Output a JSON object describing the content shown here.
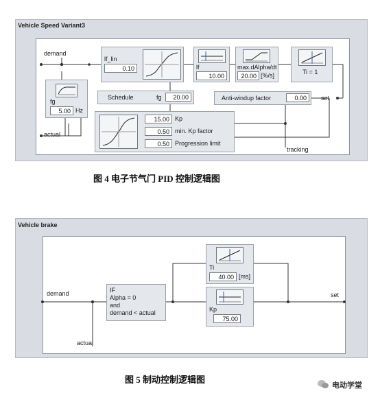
{
  "figure4": {
    "panel_title": "Vehicle Speed Variant3",
    "caption": "图 4   电子节气门 PID 控制逻辑图",
    "demand_label": "demand",
    "actual_label": "actual",
    "tracking_label": "tracking",
    "set_label": "set",
    "fg_block": {
      "label": "fg",
      "value": "5.00",
      "unit": "Hz"
    },
    "lf_lin": {
      "label": "lf_lin",
      "value": "0.10"
    },
    "lf": {
      "label": "lf",
      "value": "10.00"
    },
    "max_dalpha": {
      "label": "max.dAlpha/dt",
      "value": "20.00",
      "unit": "[%/s]"
    },
    "ti": {
      "label": "Ti = 1"
    },
    "schedule": {
      "label": "Schedule",
      "fg_label": "fg",
      "fg_value": "20.00"
    },
    "anti_windup": {
      "label": "Anti-windup factor",
      "value": "0.00"
    },
    "kp": {
      "label": "Kp",
      "value": "15.00"
    },
    "min_kp": {
      "label": "min. Kp factor",
      "value": "0.50"
    },
    "progression": {
      "label": "Progression limit",
      "value": "0.50"
    }
  },
  "figure5": {
    "panel_title": "Vehicle brake",
    "caption": "图 5   制动控制逻辑图",
    "demand_label": "demand",
    "actual_label": "actual",
    "set_label": "set",
    "if_block": {
      "line1": "IF",
      "line2": "Alpha = 0",
      "line3": "and",
      "line4": "demand < actual"
    },
    "ti": {
      "label": "Ti",
      "value": "40.00",
      "unit": "[ms]"
    },
    "kp": {
      "label": "Kp",
      "value": "75.00"
    }
  },
  "watermark": "电动学堂"
}
